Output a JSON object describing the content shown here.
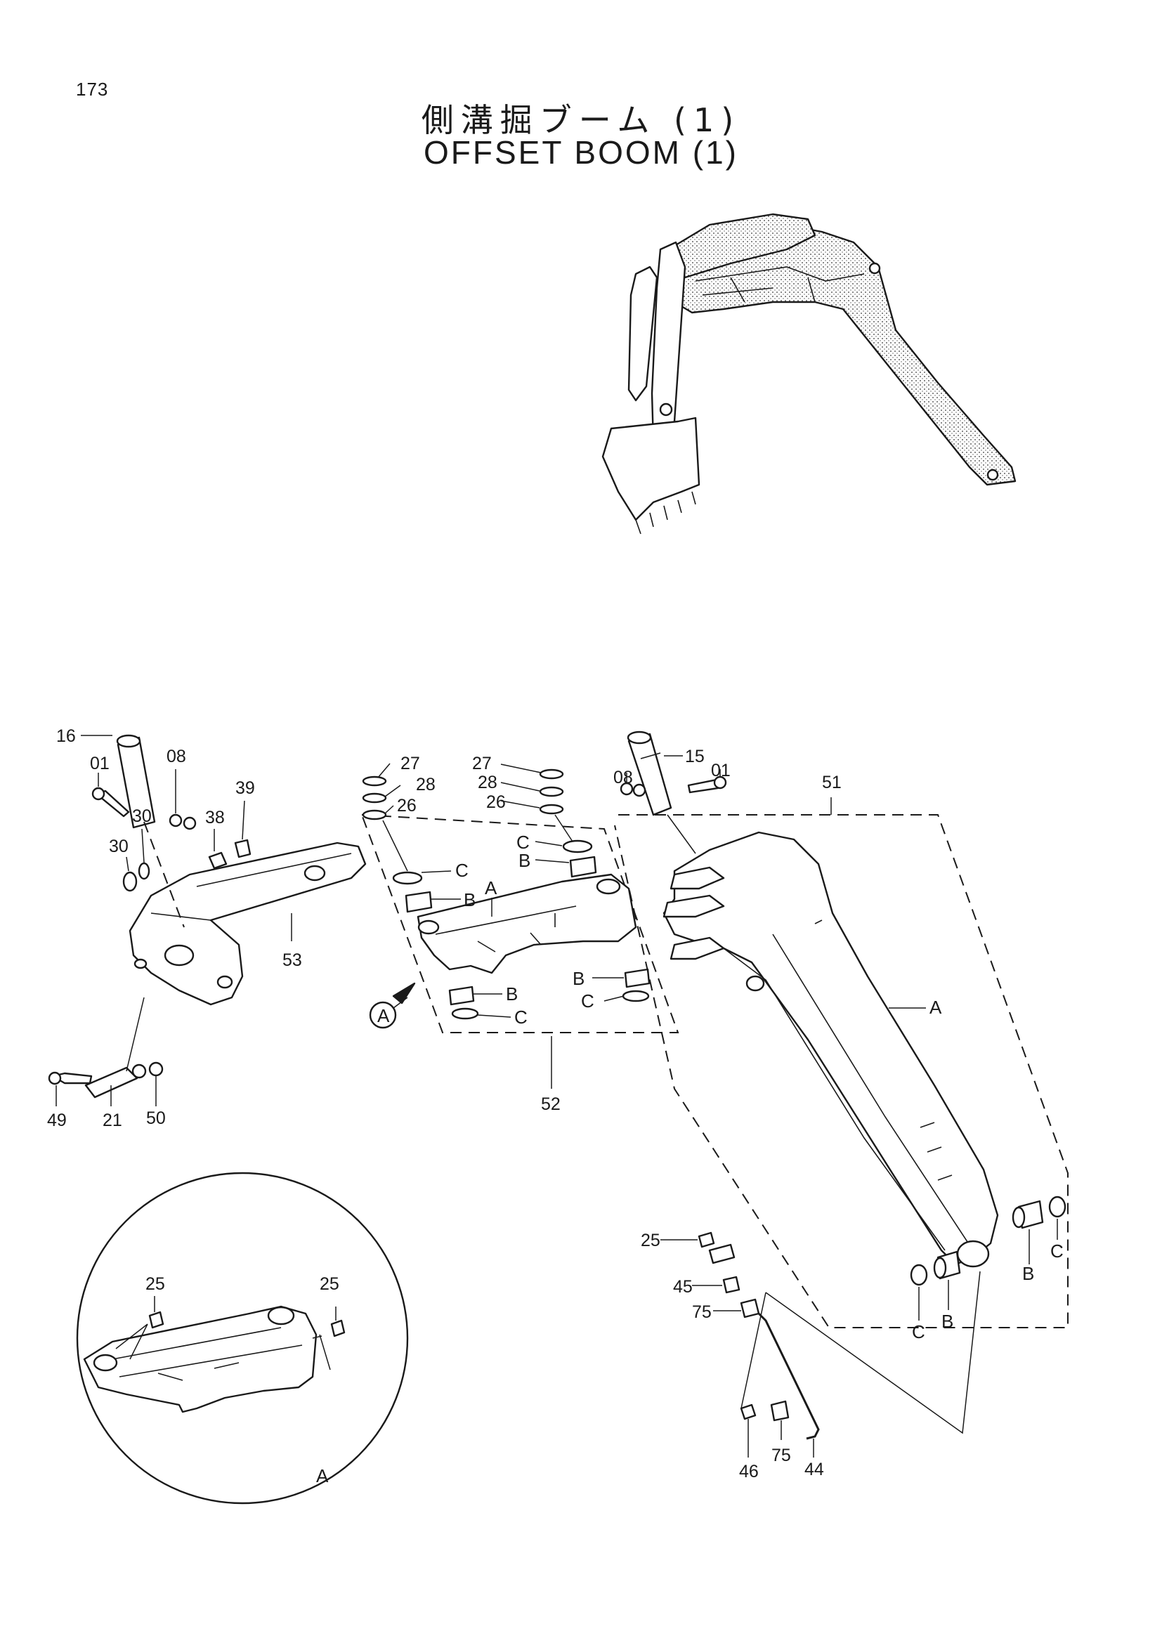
{
  "page": {
    "number": "173",
    "title_jp": "側溝掘ブーム (1)",
    "title_en": "OFFSET BOOM (1)"
  },
  "callouts": {
    "p16": "16",
    "p01_left": "01",
    "p08_left": "08",
    "p39": "39",
    "p38": "38",
    "p30_a": "30",
    "p30_b": "30",
    "p53": "53",
    "p49": "49",
    "p21": "21",
    "p50": "50",
    "p27_a": "27",
    "p28_a": "28",
    "p26_a": "26",
    "p27_b": "27",
    "p28_b": "28",
    "p26_b": "26",
    "p15": "15",
    "p08_right": "08",
    "p01_right": "01",
    "p51": "51",
    "p52": "52",
    "p25_main": "25",
    "p45": "45",
    "p75_a": "75",
    "p75_b": "75",
    "p46": "46",
    "p44": "44",
    "p25_detail_left": "25",
    "p25_detail_right": "25"
  },
  "letters": {
    "view_a_marker": "A",
    "detail_a": "A",
    "center_a": "A",
    "boom_a": "A",
    "b": "B",
    "c": "C"
  }
}
